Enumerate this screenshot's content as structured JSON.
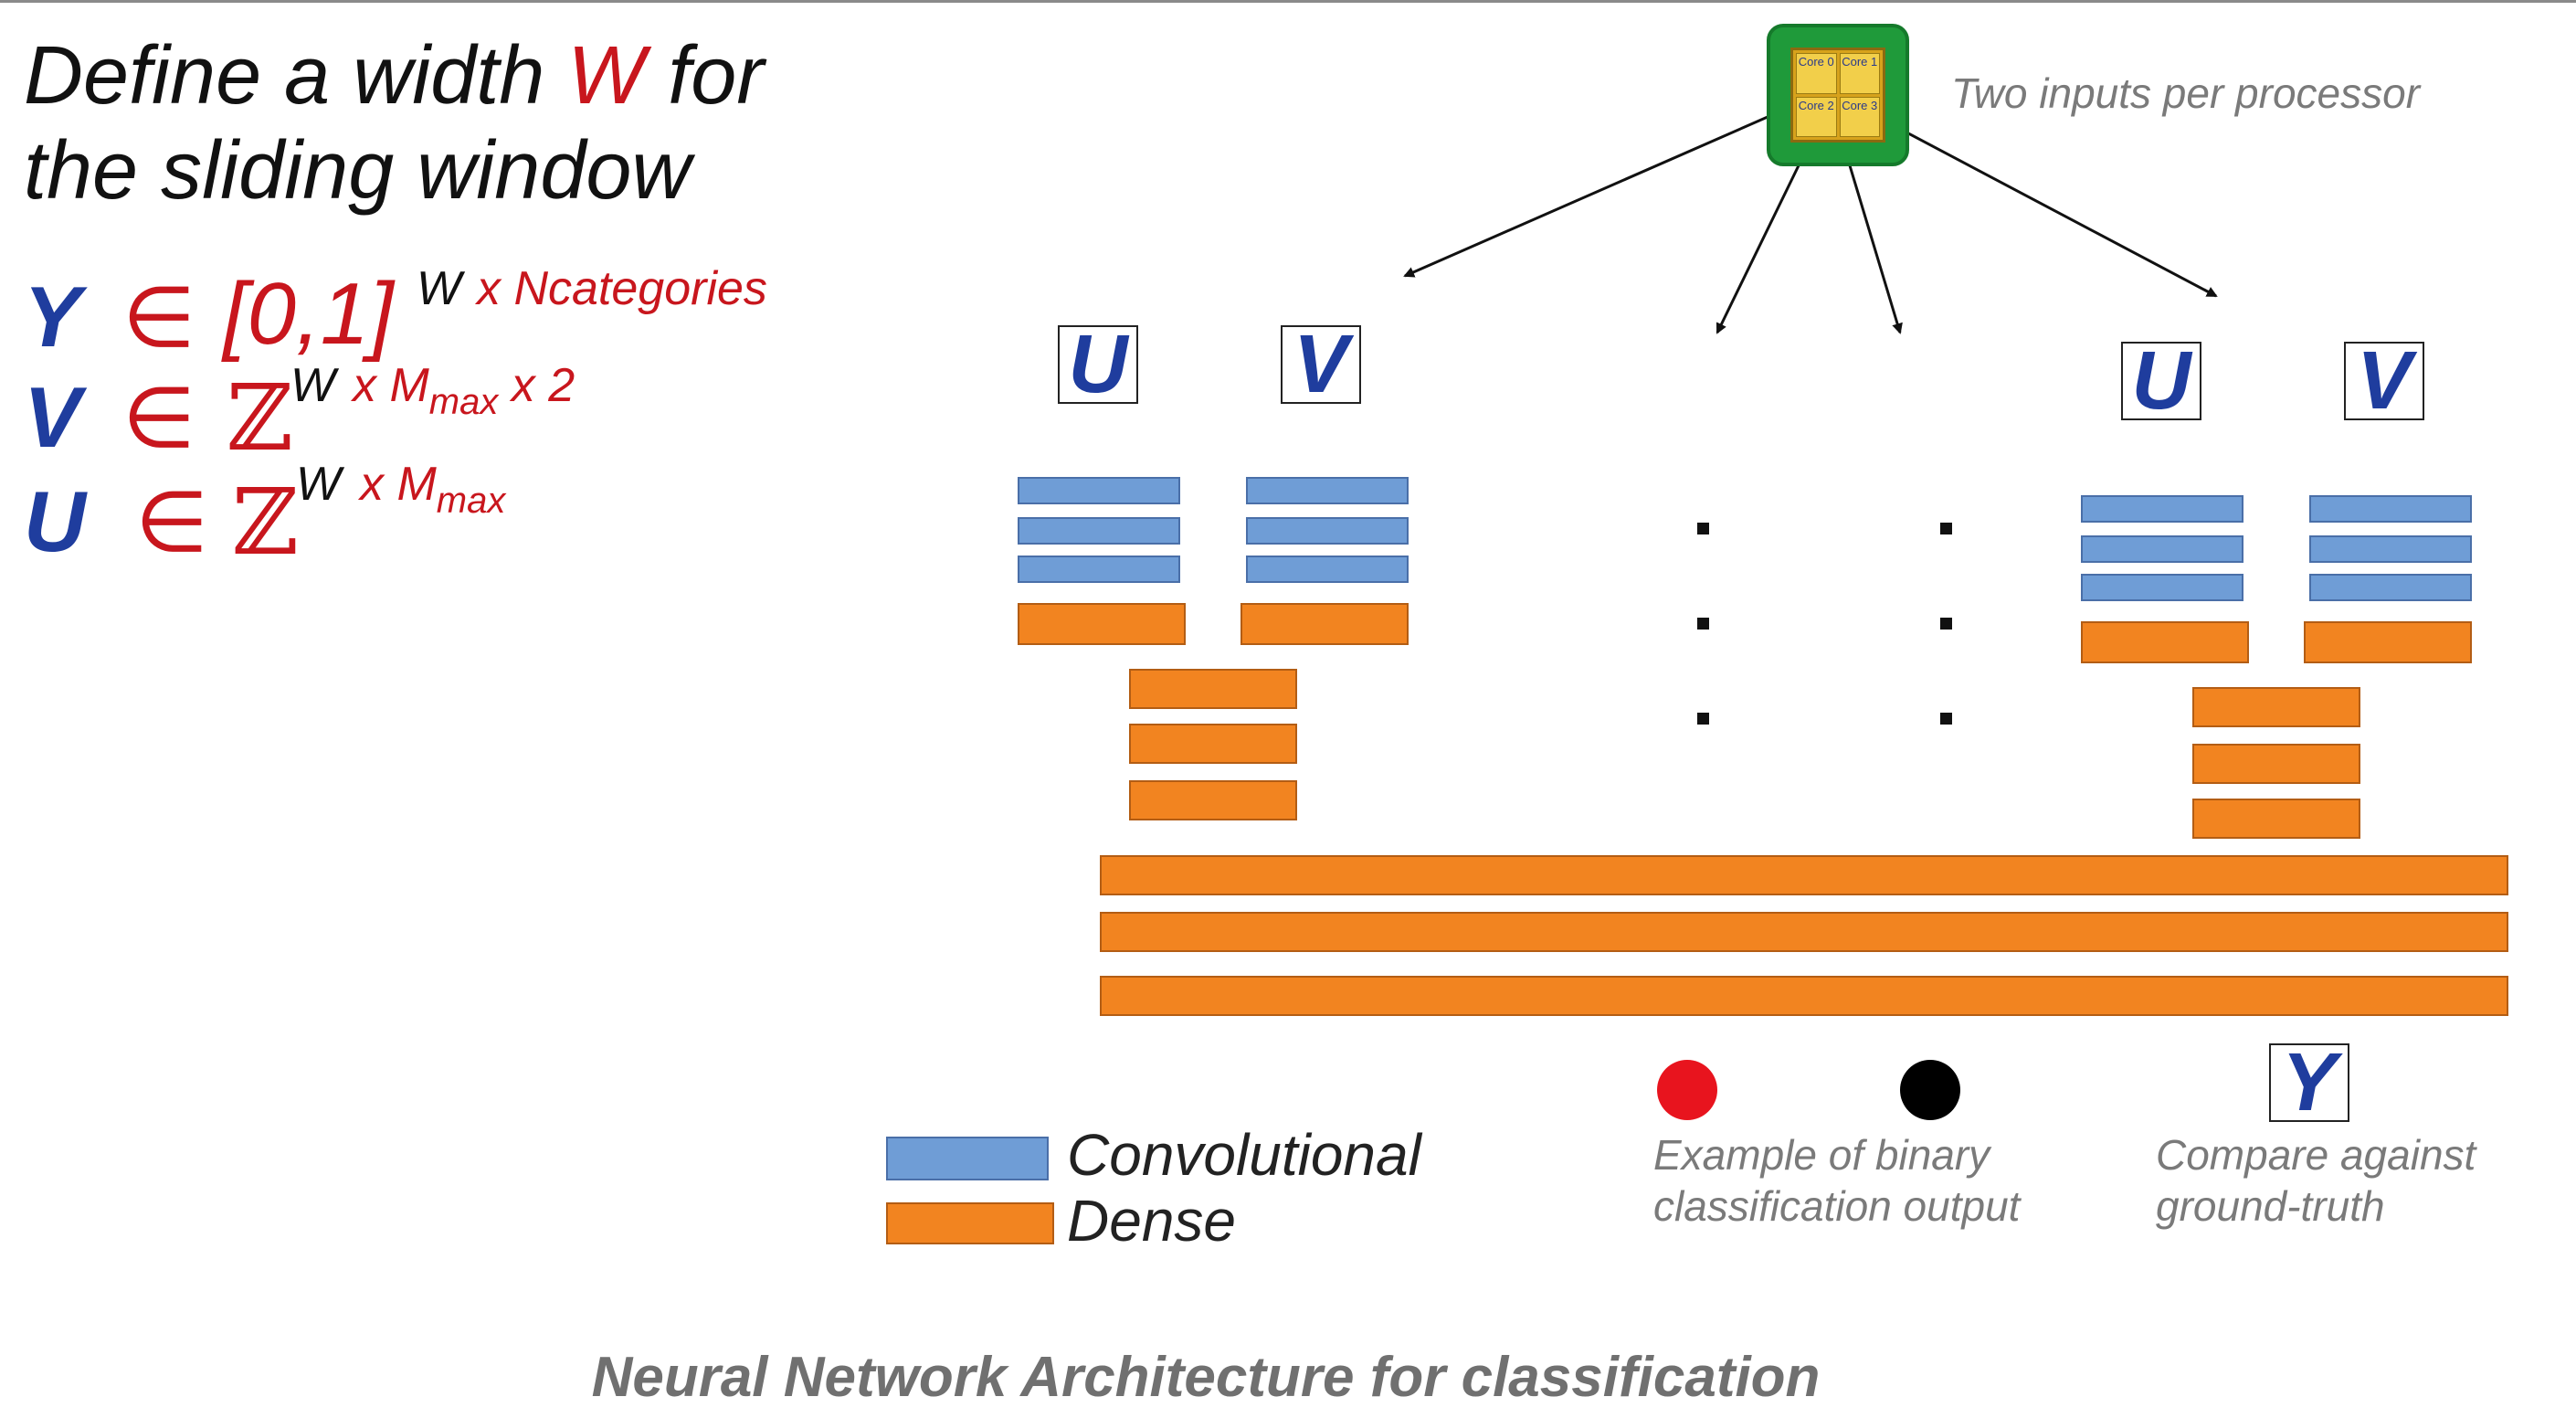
{
  "title": {
    "line1_pre": "Define a width ",
    "line1_w": "W",
    "line1_post": " for",
    "line2": "the sliding window"
  },
  "math": {
    "y": {
      "var": "Y",
      "elem": "∈",
      "set": "[0,1]",
      "sup_w": "W",
      "sup_rest": "x Ncategories"
    },
    "v": {
      "var": "V",
      "elem": "∈",
      "set": "ℤ",
      "sup_w": "W",
      "sup_x": "x M",
      "sup_sub": "max",
      "sup_tail": "x 2"
    },
    "u": {
      "var": "U",
      "elem": "∈",
      "set": "ℤ",
      "sup_w": "W",
      "sup_x": "x M",
      "sup_sub": "max"
    }
  },
  "processor": {
    "cores": [
      "Core 0",
      "Core 1",
      "Core 2",
      "Core 3"
    ],
    "note": "Two inputs per processor"
  },
  "inputs": {
    "left_u": "U",
    "left_v": "V",
    "right_u": "U",
    "right_v": "V"
  },
  "legend": {
    "convolutional": "Convolutional",
    "dense": "Dense",
    "conv_color": "#6f9dd6",
    "dense_color": "#f28420"
  },
  "output": {
    "example_line1": "Example of binary",
    "example_line2": "classification output",
    "red_color": "#e8141e",
    "black_color": "#000000",
    "target": "Y",
    "compare_line1": "Compare against",
    "compare_line2": "ground-truth"
  },
  "caption": "Neural Network Architecture for classification"
}
